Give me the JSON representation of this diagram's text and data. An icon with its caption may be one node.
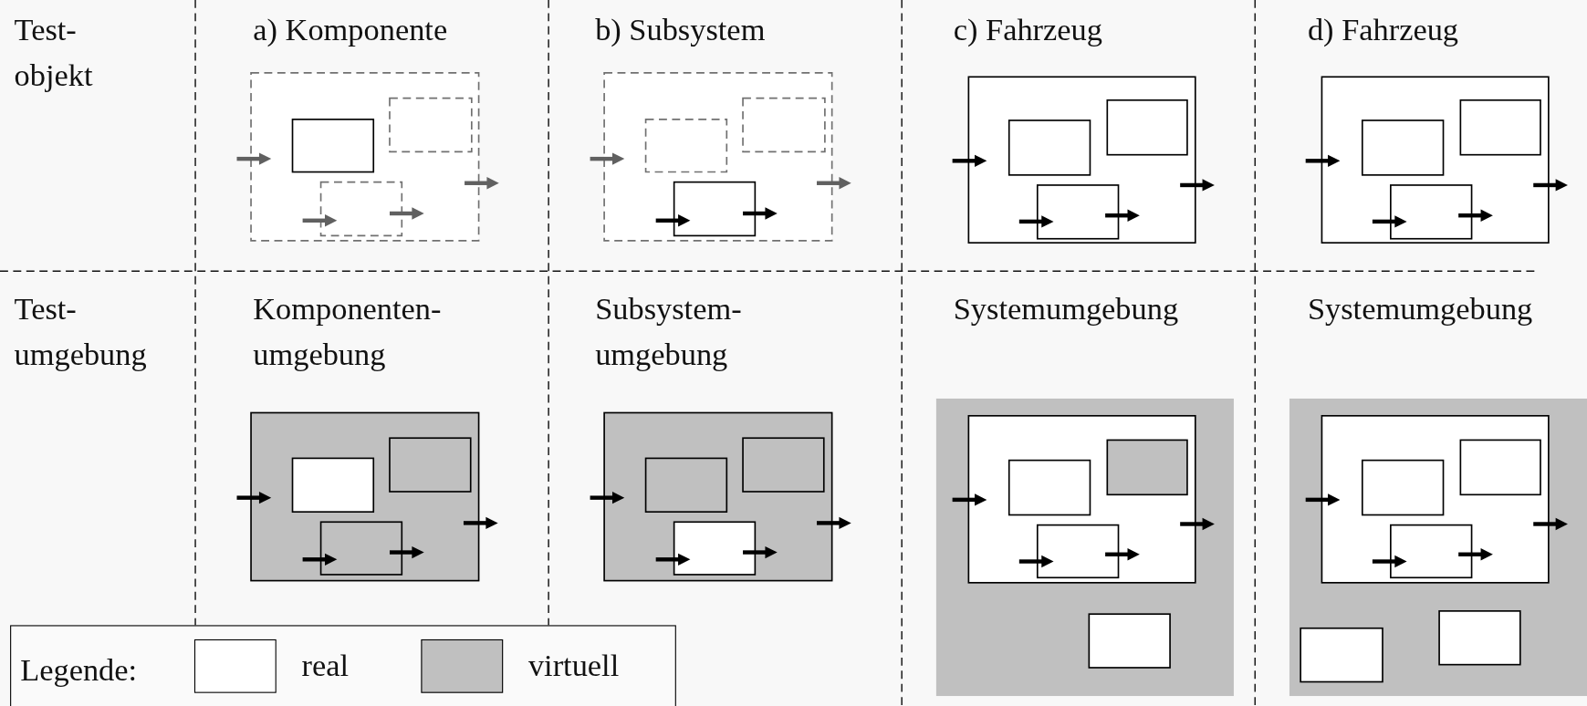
{
  "diagram": {
    "labels": [
      "Test- objekt",
      "a) Komponente",
      "b) Subsystem",
      "c) Fahrzeug",
      "d) Fahrzeug",
      "Test- umgebung",
      "Komponenten- umgebung",
      "Subsystem- umgebung",
      "Systemumgebung",
      "Systemumgebung",
      "Legende:"
    ],
    "legend": [
      {
        "text": "real",
        "color": "#ffffff"
      },
      {
        "text": "virtuell",
        "color": "#c0c0c0"
      }
    ]
  }
}
